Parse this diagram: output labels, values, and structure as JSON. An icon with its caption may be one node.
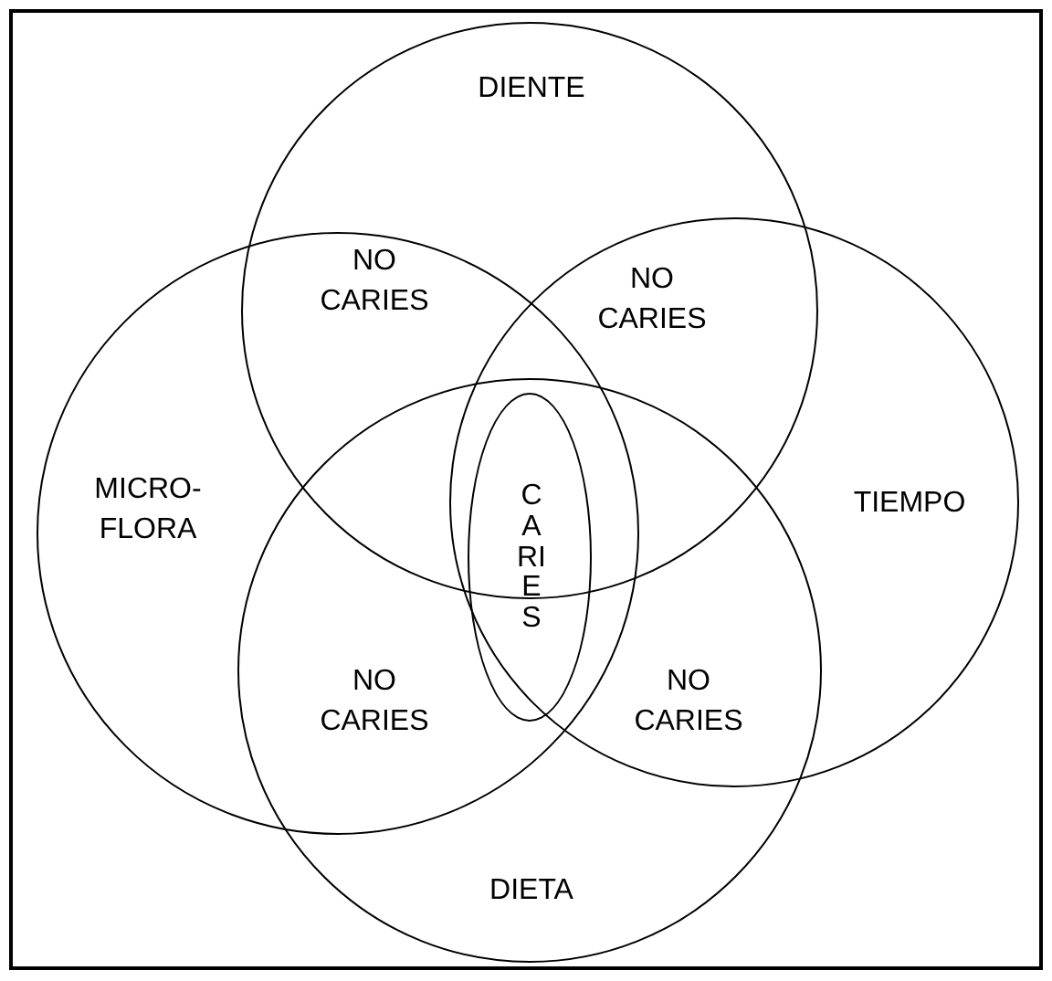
{
  "diagram": {
    "nodes": [
      {
        "text": [
          "DIENTE"
        ]
      },
      {
        "text": [
          "MICRO- FLORA"
        ]
      },
      {
        "text": [
          "TIEMPO"
        ]
      },
      {
        "text": [
          "DIETA"
        ]
      },
      {
        "text": [
          "CARIES"
        ]
      }
    ],
    "labels": [
      "NO CARIES",
      "NO CARIES",
      "NO CARIES",
      "NO CARIES"
    ]
  }
}
